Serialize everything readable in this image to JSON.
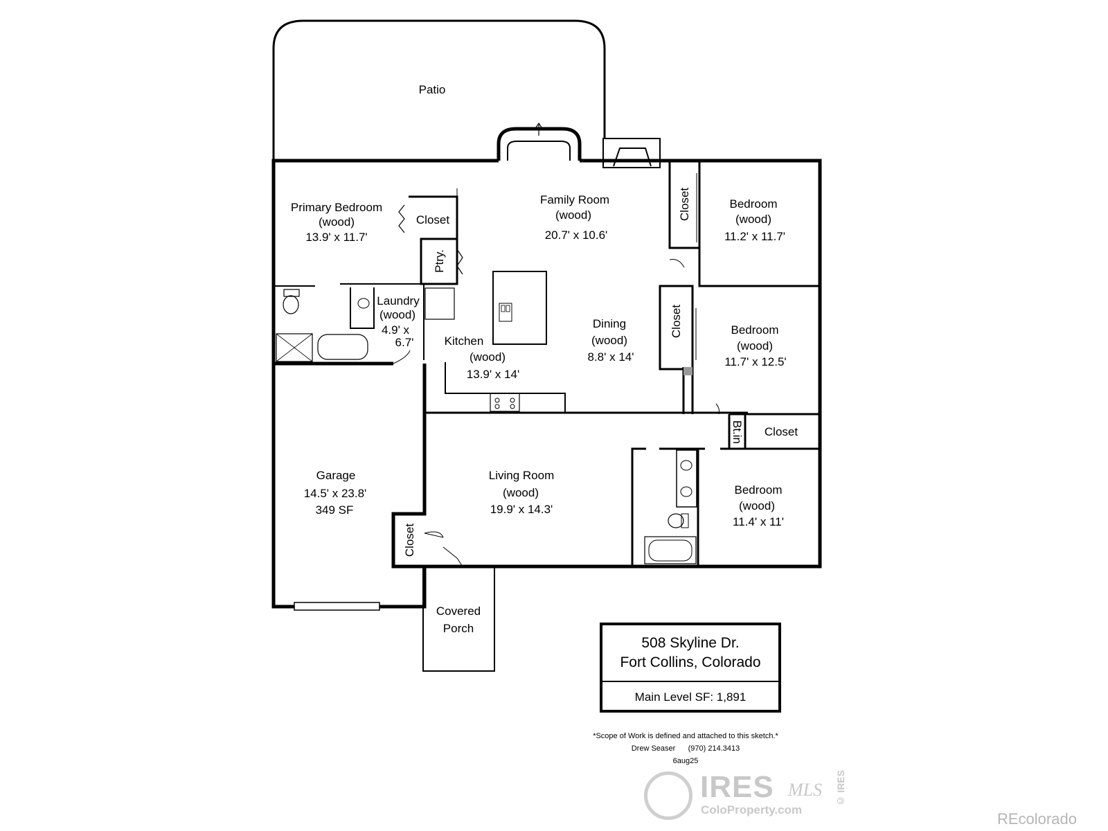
{
  "patio": "Patio",
  "rooms": {
    "primary_bedroom": {
      "name": "Primary Bedroom",
      "floor": "(wood)",
      "size": "13.9' x 11.7'"
    },
    "family_room": {
      "name": "Family Room",
      "floor": "(wood)",
      "size": "20.7' x 10.6'"
    },
    "bedroom_ne": {
      "name": "Bedroom",
      "floor": "(wood)",
      "size": "11.2' x 11.7'"
    },
    "bedroom_e": {
      "name": "Bedroom",
      "floor": "(wood)",
      "size": "11.7' x 12.5'"
    },
    "bedroom_se": {
      "name": "Bedroom",
      "floor": "(wood)",
      "size": "11.4' x 11'"
    },
    "laundry": {
      "name": "Laundry",
      "floor": "(wood)",
      "size1": "4.9' x",
      "size2": "6.7'"
    },
    "kitchen": {
      "name": "Kitchen",
      "floor": "(wood)",
      "size": "13.9' x 14'"
    },
    "dining": {
      "name": "Dining",
      "floor": "(wood)",
      "size": "8.8' x 14'"
    },
    "living_room": {
      "name": "Living Room",
      "floor": "(wood)",
      "size": "19.9' x 14.3'"
    },
    "garage": {
      "name": "Garage",
      "size": "14.5' x 23.8'",
      "area": "349 SF"
    },
    "covered_porch": {
      "line1": "Covered",
      "line2": "Porch"
    }
  },
  "closets": {
    "primary": "Closet",
    "bedroom_ne": "Closet",
    "bedroom_e": "Closet",
    "hall": "Closet",
    "garage": "Closet",
    "pantry": "Ptry.",
    "built_in": "Bt.in"
  },
  "address": {
    "line1": "508 Skyline Dr.",
    "line2": "Fort Collins, Colorado",
    "sf": "Main Level SF: 1,891"
  },
  "notes": {
    "scope": "*Scope of Work is defined and attached to this sketch.*",
    "contact_name": "Drew Seaser",
    "contact_phone": "(970) 214.3413",
    "date": "6aug25"
  },
  "watermark": {
    "brand": "IRES",
    "mls": "MLS",
    "site": "ColoProperty.com",
    "side": "© IRES",
    "corner": "REcolorado"
  }
}
